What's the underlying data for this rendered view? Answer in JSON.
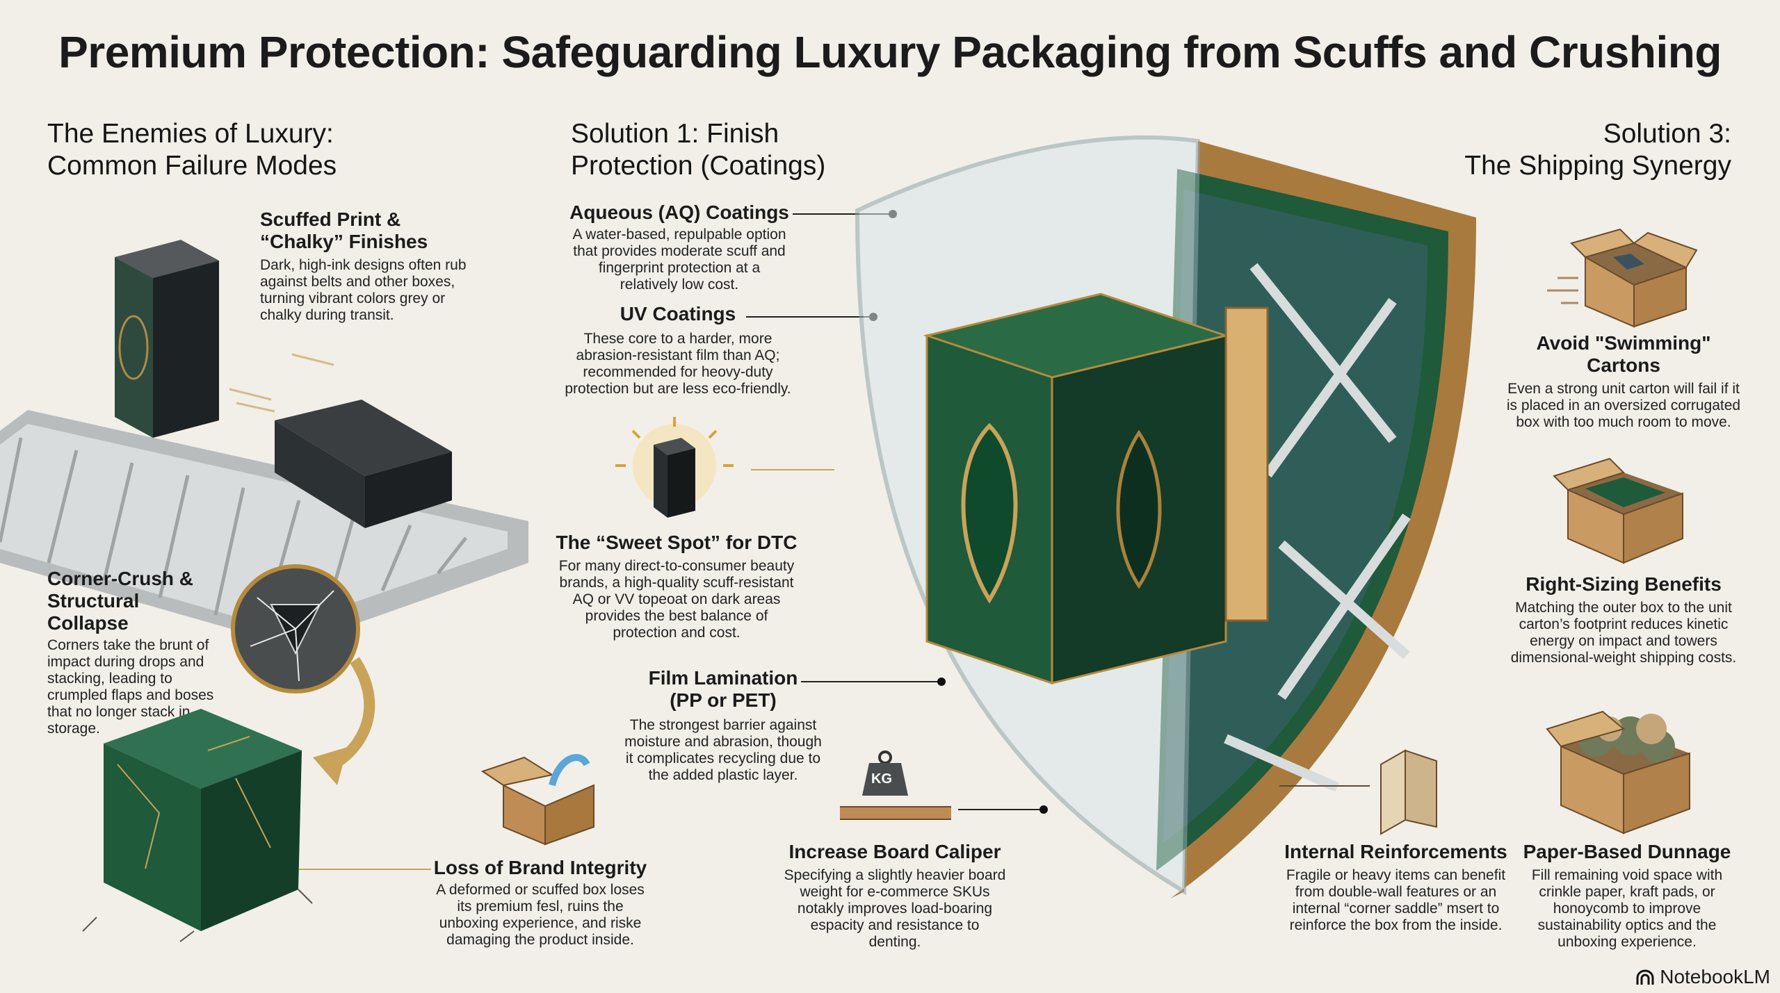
{
  "title": "Premium Protection: Safeguarding Luxury Packaging from Scuffs and Crushing",
  "left": {
    "heading_line1": "The Enemies of Luxury:",
    "heading_line2": "Common Failure Modes",
    "scuffed": {
      "title_line1": "Scuffed Print &",
      "title_line2": "“Chalky” Finishes",
      "body": "Dark, high-ink designs often rub against belts and other boxes, turning vibrant colors grey or chalky during transit."
    },
    "corner": {
      "title_line1": "Corner-Crush &",
      "title_line2": "Structural Collapse",
      "body": "Corners take the brunt of impact during drops and stacking, leading to crumpled flaps and boses that no longer stack in storage."
    },
    "brand": {
      "title": "Loss of Brand Integrity",
      "body": "A deformed or scuffed box loses its premium fesl, ruins the unboxing experience, and riske damaging the product inside."
    }
  },
  "middle": {
    "heading_line1": "Solution 1: Finish",
    "heading_line2": "Protection (Coatings)",
    "aq": {
      "title": "Aqueous (AQ) Coatings",
      "body": "A water-based, repulpable option that provides moderate scuff and fingerprint protection at a relatively low cost."
    },
    "uv": {
      "title": "UV Coatings",
      "body": "These core to a harder, more abrasion-resistant film than AQ; recommended for heovy-duty protection but are less eco-friendly."
    },
    "sweet": {
      "title": "The “Sweet Spot” for DTC",
      "body": "For many direct-to-consumer beauty brands, a high-quality scuff-resistant AQ or VV topeoat on dark areas provides the best balance of protection and cost."
    },
    "film": {
      "title_line1": "Film Lamination",
      "title_line2": "(PP or PET)",
      "body": "The strongest barrier against moisture and abrasion, though it complicates recycling due to the added plastic layer."
    },
    "caliper": {
      "title": "Increase Board Caliper",
      "body": "Specifying a slightly heavier board weight for e-commerce SKUs notakly improves load-boaring espacity and resistance to denting.",
      "weight_label": "KG"
    }
  },
  "right": {
    "heading_line1": "Solution 3:",
    "heading_line2": "The Shipping Synergy",
    "swimming": {
      "title": "Avoid \"Swimming\" Cartons",
      "body": "Even a strong unit carton will fail if it is placed in an oversized corrugated box with too much room to move."
    },
    "rightsizing": {
      "title": "Right-Sizing Benefits",
      "body": "Matching the outer box to the unit carton’s footprint reduces kinetic energy on impact and towers dimensional-weight shipping costs."
    },
    "internal": {
      "title": "Internal Reinforcements",
      "body": "Fragile or heavy items can benefit from double-wall features or an internal “corner saddle” msert to reinforce the box from the inside."
    },
    "dunnage": {
      "title": "Paper-Based Dunnage",
      "body": "Fill remaining void space with crinkle paper, kraft pads, or honoycomb to improve sustainability optics and the unboxing experience."
    }
  },
  "footer": {
    "brand": "NotebookLM"
  },
  "colors": {
    "background": "#f1efe8",
    "green": "#1f5a3a",
    "gold": "#b68a3c",
    "kraft": "#c9a06a",
    "ink": "#1b1b1b"
  }
}
